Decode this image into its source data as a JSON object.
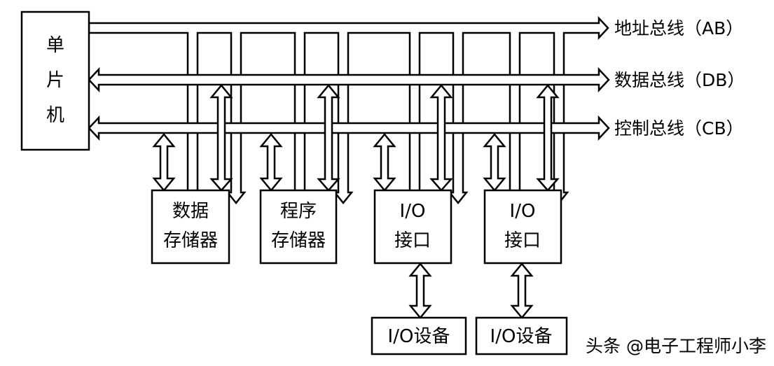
{
  "cpu": {
    "label": [
      "单",
      "片",
      "机"
    ]
  },
  "buses": {
    "address": "地址总线（AB）",
    "data": "数据总线（DB）",
    "control": "控制总线（CB）"
  },
  "modules": [
    {
      "line1": "数据",
      "line2": "存储器"
    },
    {
      "line1": "程序",
      "line2": "存储器"
    },
    {
      "line1": "I/O",
      "line2": "接口"
    },
    {
      "line1": "I/O",
      "line2": "接口"
    }
  ],
  "devices": [
    {
      "label": "I/O设备"
    },
    {
      "label": "I/O设备"
    }
  ],
  "watermark": "头条 @电子工程师小李"
}
